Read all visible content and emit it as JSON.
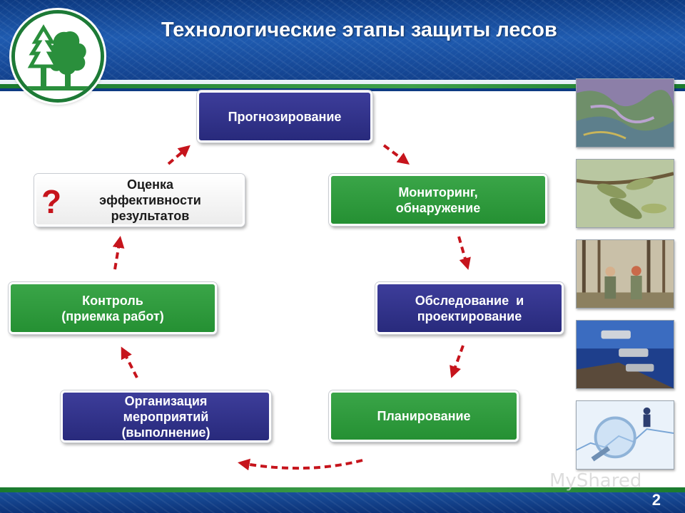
{
  "slide": {
    "title": "Технологические этапы защиты лесов",
    "page_number": "2",
    "watermark": "MyShared"
  },
  "colors": {
    "navy": "#2a2c80",
    "green": "#2d9a3b",
    "arrow_red": "#c6141c",
    "question_mark": "#c6141c"
  },
  "stages": {
    "forecasting": {
      "lines": [
        "Прогнозирование"
      ]
    },
    "monitoring": {
      "lines": [
        "Мониторинг,",
        "обнаружение"
      ]
    },
    "survey": {
      "lines": [
        "Обследование  и",
        "проектирование"
      ]
    },
    "planning": {
      "lines": [
        "Планирование"
      ]
    },
    "organization": {
      "lines": [
        "Организация",
        "мероприятий",
        "(выполнение)"
      ]
    },
    "control": {
      "lines": [
        "Контроль",
        "(приемка работ)"
      ]
    },
    "evaluation": {
      "lines": [
        "Оценка",
        "эффективности",
        "результатов"
      ],
      "marker": "?"
    }
  },
  "photos": [
    "aerial-map",
    "infested-branch",
    "forest-inspectors",
    "surveillance-cameras",
    "magnifier-chart"
  ]
}
